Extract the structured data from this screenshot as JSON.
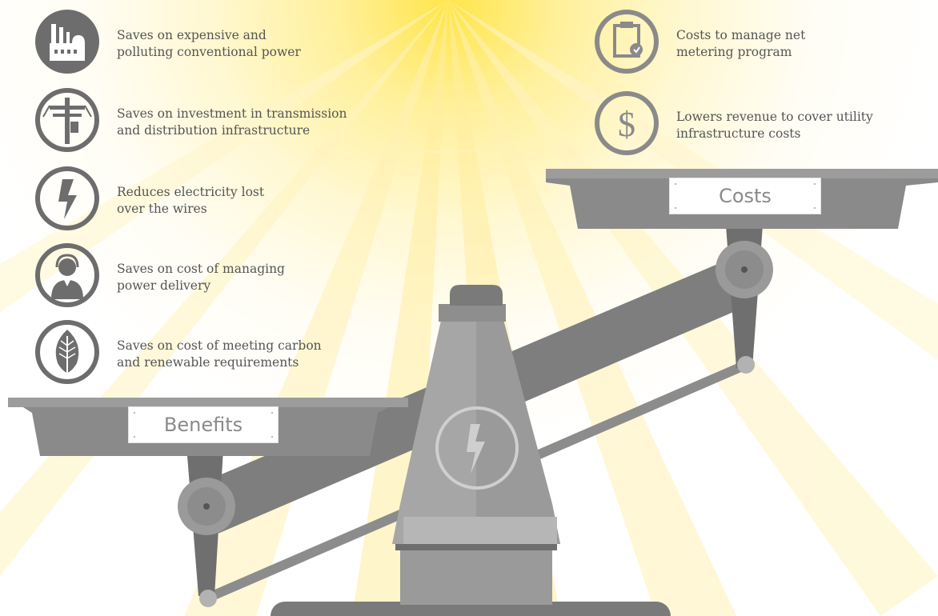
{
  "colors": {
    "sun_core": "#ffe54a",
    "ray": "#ffe98a",
    "icon_gray": "#6d6d6d",
    "scale_dark": "#7a7a7a",
    "scale_mid": "#8c8c8c",
    "scale_light": "#a8a8a8",
    "text": "#555555"
  },
  "benefits": {
    "label": "Benefits",
    "items": [
      {
        "icon": "power-plant-icon",
        "text": "Saves on expensive and\npolluting conventional power"
      },
      {
        "icon": "utility-pole-icon",
        "text": "Saves on investment in transmission\nand distribution infrastructure"
      },
      {
        "icon": "lightning-bolt-icon",
        "text": "Reduces electricity lost\nover the wires"
      },
      {
        "icon": "operator-headset-icon",
        "text": "Saves on cost of managing\npower delivery"
      },
      {
        "icon": "leaf-icon",
        "text": "Saves on cost of meeting carbon\nand renewable requirements"
      }
    ]
  },
  "costs": {
    "label": "Costs",
    "items": [
      {
        "icon": "clipboard-icon",
        "text": "Costs to manage net\nmetering program"
      },
      {
        "icon": "dollar-icon",
        "text": "Lowers revenue to cover utility\ninfrastructure costs"
      }
    ]
  },
  "scale": {
    "center_icon": "lightning-bolt-icon"
  }
}
